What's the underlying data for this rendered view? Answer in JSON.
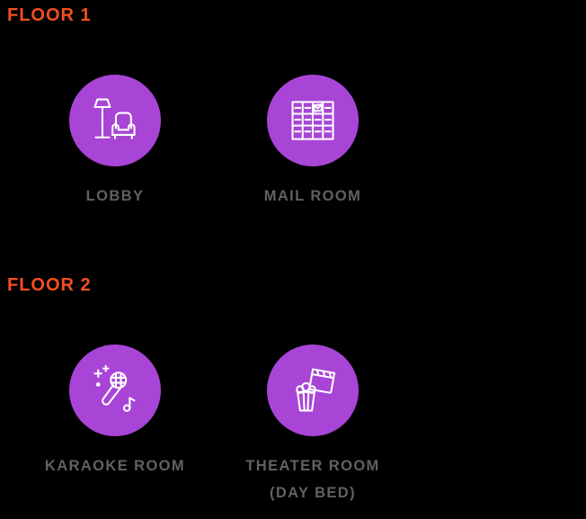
{
  "page": {
    "background_color": "#000000",
    "accent_color": "#f3501e",
    "circle_color": "#a845d6",
    "label_color": "#5f6163"
  },
  "sections": [
    {
      "title": "FLOOR 1",
      "rooms": [
        {
          "icon": "lobby-icon",
          "label": "LOBBY",
          "sublabel": ""
        },
        {
          "icon": "mail-room-icon",
          "label": "MAIL ROOM",
          "sublabel": ""
        }
      ]
    },
    {
      "title": "FLOOR 2",
      "rooms": [
        {
          "icon": "karaoke-icon",
          "label": "KARAOKE ROOM",
          "sublabel": ""
        },
        {
          "icon": "theater-icon",
          "label": "THEATER ROOM",
          "sublabel": "(DAY BED)"
        }
      ]
    }
  ]
}
